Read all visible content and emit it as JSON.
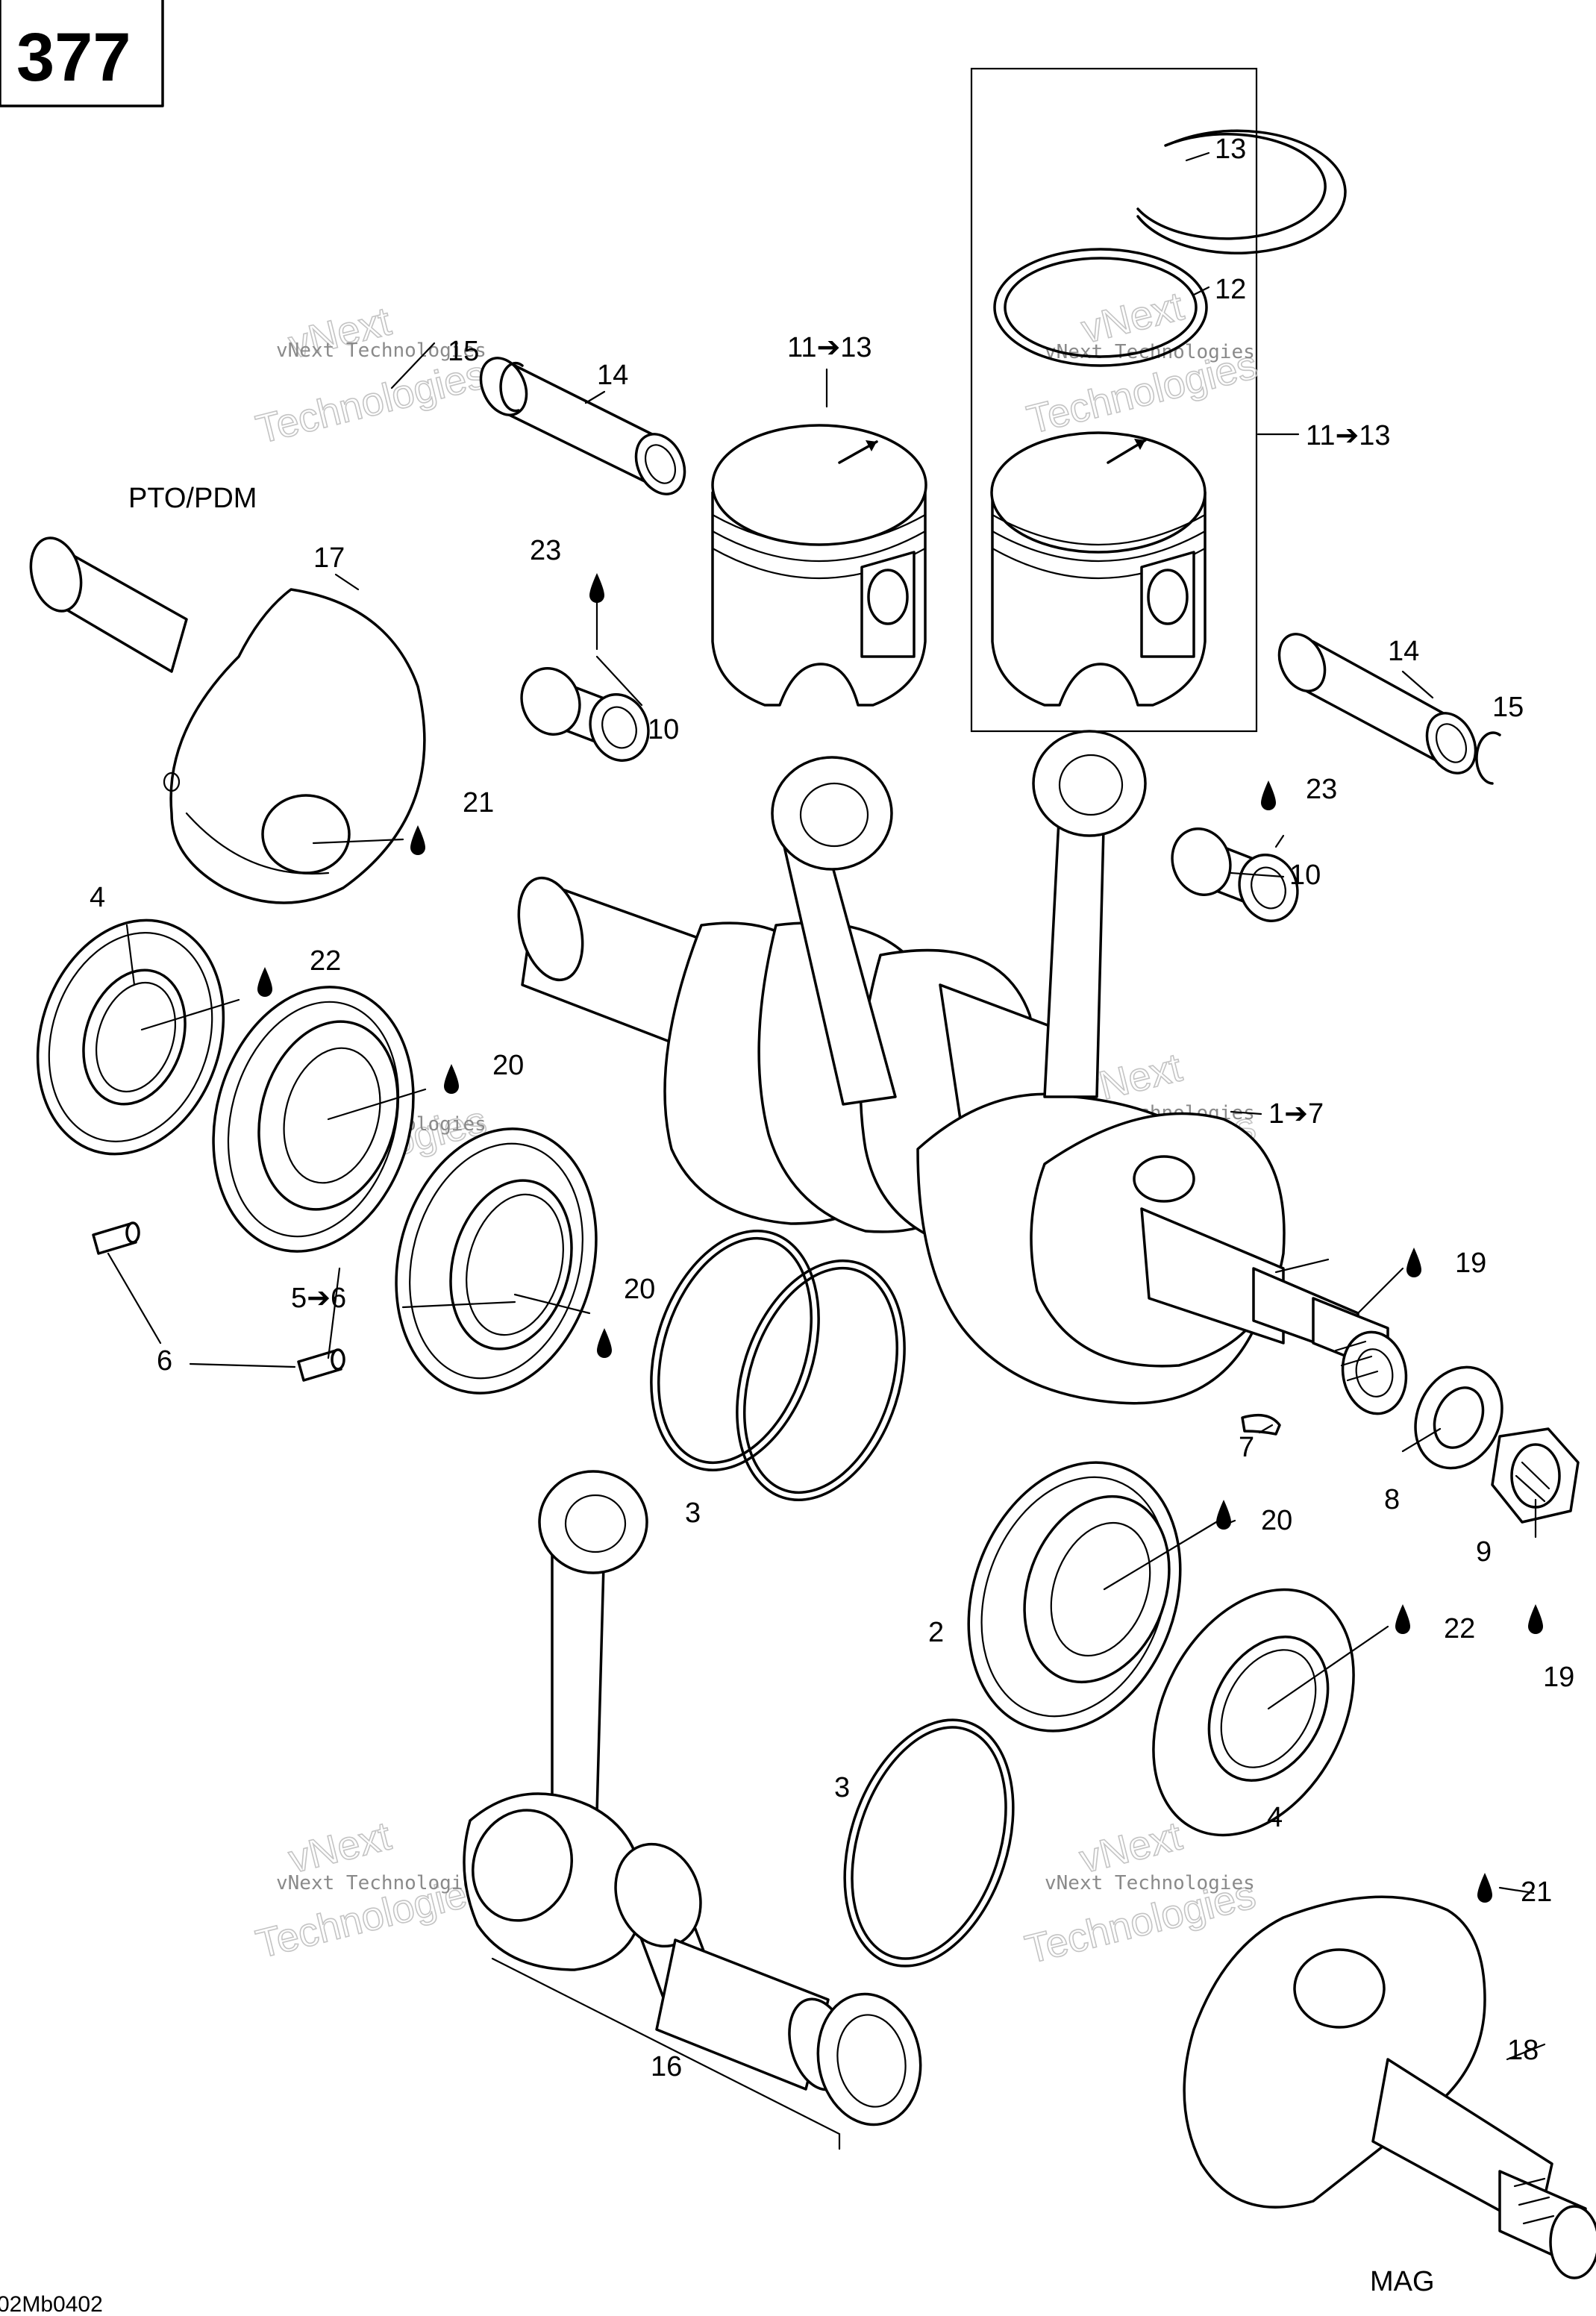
{
  "page_number": "377",
  "drawing_code": "02Mb0402",
  "side_labels": {
    "pto": "PTO/PDM",
    "mag": "MAG"
  },
  "watermark": {
    "line1": "vNext",
    "line2": "Technologies",
    "small": "vNext Technologies"
  },
  "callouts": [
    "13",
    "12",
    "11➔13",
    "11➔13",
    "15",
    "14",
    "17",
    "23",
    "10",
    "21",
    "14",
    "15",
    "23",
    "10",
    "4",
    "22",
    "20",
    "1➔7",
    "5➔6",
    "6",
    "20",
    "19",
    "3",
    "7",
    "8",
    "9",
    "20",
    "2",
    "22",
    "19",
    "3",
    "4",
    "21",
    "16",
    "18"
  ]
}
